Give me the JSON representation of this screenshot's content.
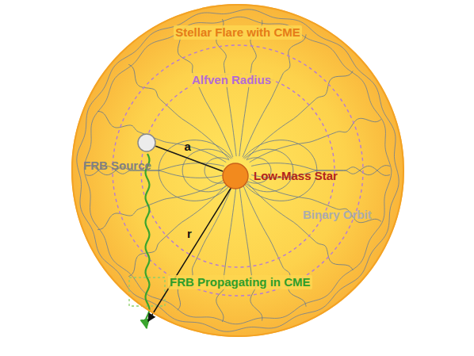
{
  "diagram": {
    "nodes": [
      {
        "text": [
          "Stellar Flare with CME"
        ]
      },
      {
        "text": [
          "Low-Mass Star"
        ],
        "in": 0
      },
      {
        "text": [
          "FRB Source"
        ],
        "in": 0
      }
    ],
    "edges": [
      {
        "from": 2,
        "to": 1,
        "arrow": "none",
        "label": "a"
      }
    ],
    "labels": [
      "Alfven Radius",
      "Binary Orbit",
      "r",
      "FRB Propagating in CME"
    ]
  }
}
